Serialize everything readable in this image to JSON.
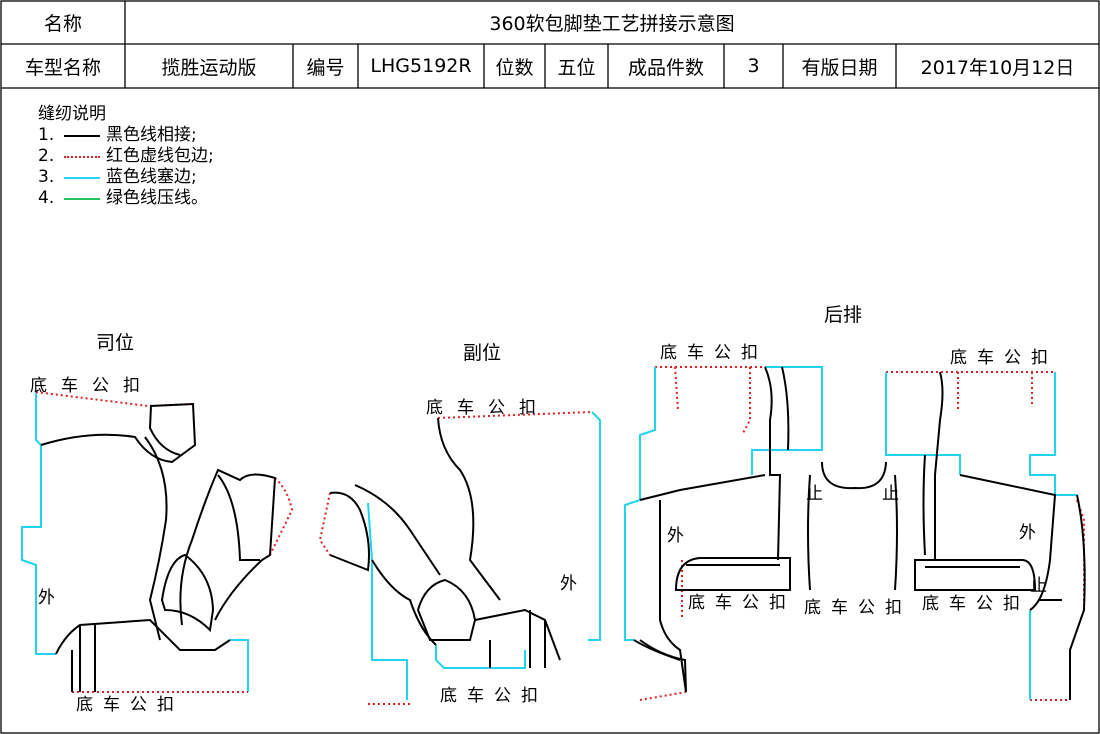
{
  "header": {
    "name_label": "名称",
    "title": "360软包脚垫工艺拼接示意图",
    "model_label": "车型名称",
    "model_value": "揽胜运动版",
    "code_label": "编号",
    "code_value": "LHG5192R",
    "seats_label": "位数",
    "seats_value": "五位",
    "pieces_label": "成品件数",
    "pieces_value": "3",
    "date_label": "有版日期",
    "date_value": "2017年10月12日"
  },
  "legend": {
    "title": "缝纫说明",
    "items": [
      {
        "num": "1.",
        "text": "黑色线相接;",
        "color": "#000000",
        "style": "solid"
      },
      {
        "num": "2.",
        "text": "红色虚线包边;",
        "color": "#e02020",
        "style": "dotted"
      },
      {
        "num": "3.",
        "text": "蓝色线塞边;",
        "color": "#22d3ee",
        "style": "solid"
      },
      {
        "num": "4.",
        "text": "绿色线压线。",
        "color": "#22c55e",
        "style": "solid"
      }
    ]
  },
  "sections": {
    "driver": "司位",
    "passenger": "副位",
    "rear": "后排"
  },
  "labels": {
    "clip": "底车公扣",
    "outside": "外",
    "stop": "止"
  },
  "colors": {
    "stitch_black": "#000000",
    "binding_red": "#e02020",
    "edge_cyan": "#22d3ee",
    "press_green": "#22c55e"
  }
}
